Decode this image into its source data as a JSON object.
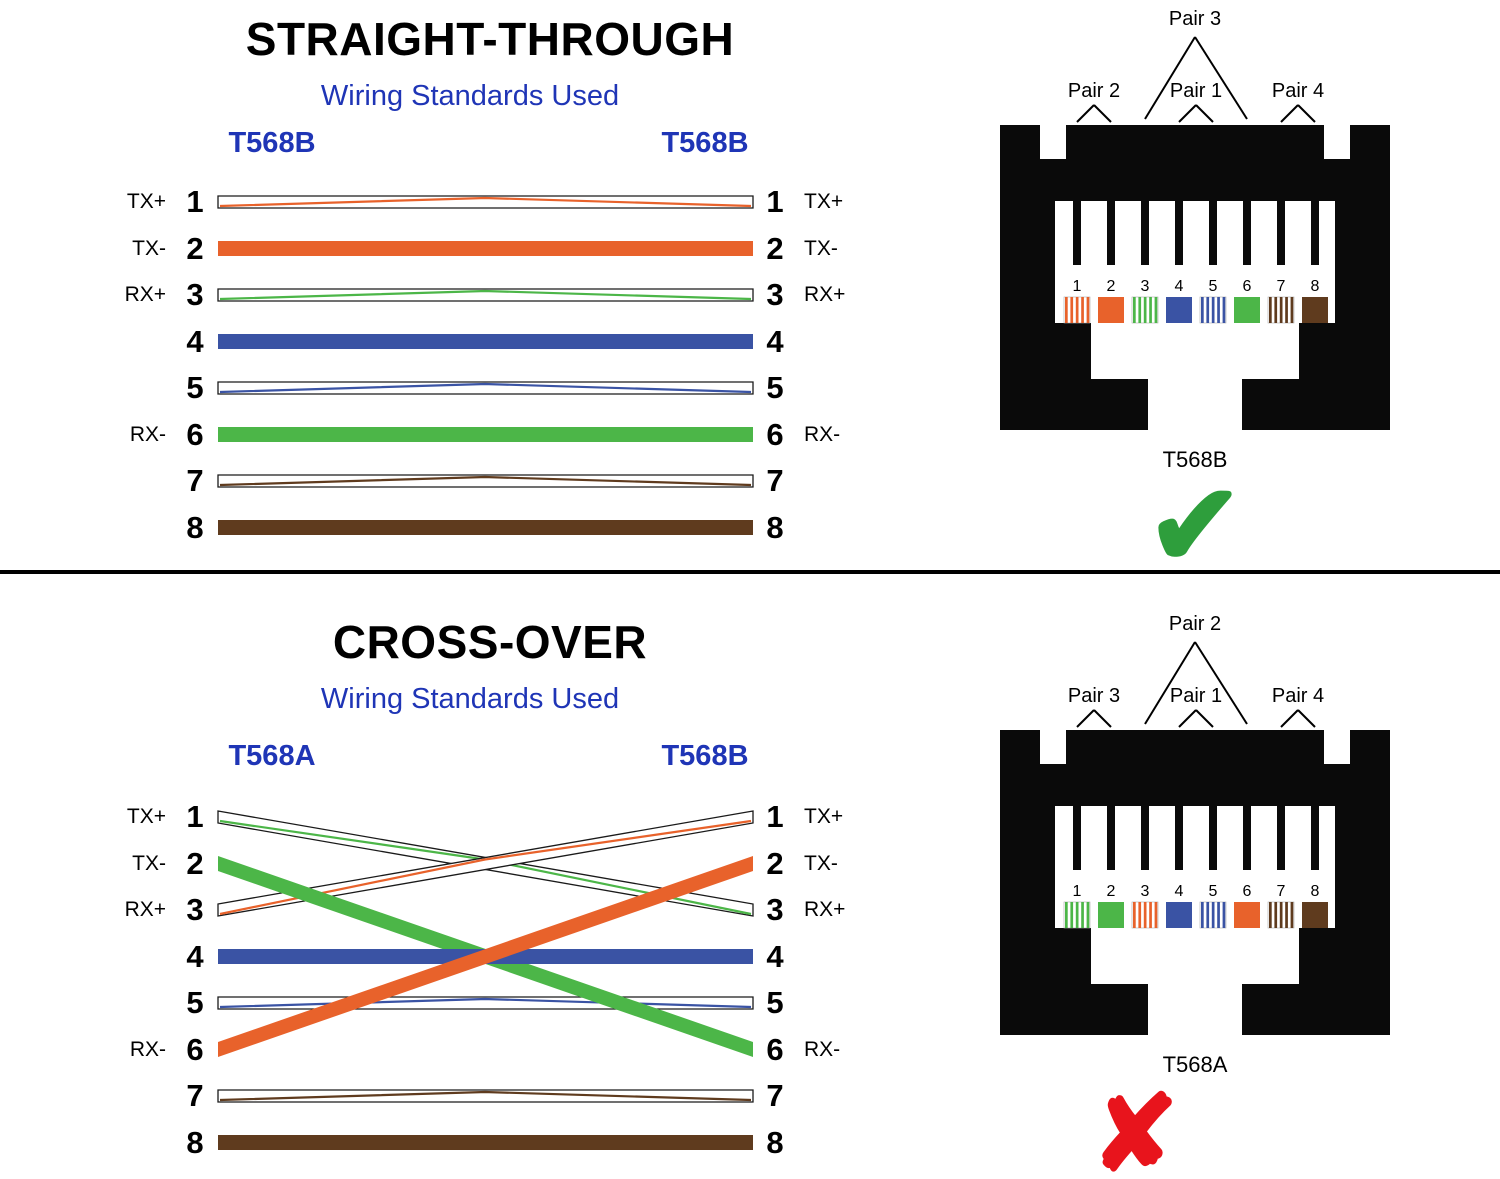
{
  "palette": {
    "orange": "#E8622B",
    "green": "#4CB648",
    "blue": "#3A53A4",
    "brown": "#5F3B1E",
    "heading_blue": "#1F35B6",
    "check_green": "#2E9E3C",
    "cross_red": "#E8141C",
    "wire_outline": "#1a1a1a",
    "connector_black": "#0a0a0a"
  },
  "sections": [
    {
      "id": "straight-through",
      "title": "STRAIGHT-THROUGH",
      "subtitle": "Wiring Standards Used",
      "left_standard": "T568B",
      "right_standard": "T568B",
      "left_numbers": [
        1,
        2,
        3,
        4,
        5,
        6,
        7,
        8
      ],
      "right_numbers": [
        1,
        2,
        3,
        4,
        5,
        6,
        7,
        8
      ],
      "left_pin_labels": {
        "1": "TX+",
        "2": "TX-",
        "3": "RX+",
        "6": "RX-"
      },
      "right_pin_labels": {
        "1": "TX+",
        "2": "TX-",
        "3": "RX+",
        "6": "RX-"
      },
      "wires": [
        {
          "from": 1,
          "to": 1,
          "color": "white-orange"
        },
        {
          "from": 2,
          "to": 2,
          "color": "orange"
        },
        {
          "from": 3,
          "to": 3,
          "color": "white-green"
        },
        {
          "from": 4,
          "to": 4,
          "color": "blue"
        },
        {
          "from": 5,
          "to": 5,
          "color": "white-blue"
        },
        {
          "from": 6,
          "to": 6,
          "color": "green"
        },
        {
          "from": 7,
          "to": 7,
          "color": "white-brown"
        },
        {
          "from": 8,
          "to": 8,
          "color": "brown"
        }
      ],
      "connector": {
        "top_pair": {
          "label": "Pair 3",
          "pins": [
            3,
            6
          ]
        },
        "sub_pairs": [
          {
            "label": "Pair 2",
            "pins": [
              1,
              2
            ]
          },
          {
            "label": "Pair 1",
            "pins": [
              4,
              5
            ]
          },
          {
            "label": "Pair 4",
            "pins": [
              7,
              8
            ]
          }
        ],
        "pin_numbers": [
          1,
          2,
          3,
          4,
          5,
          6,
          7,
          8
        ],
        "pin_colors": [
          "white-orange",
          "orange",
          "white-green",
          "blue",
          "white-blue",
          "green",
          "white-brown",
          "brown"
        ],
        "label": "T568B",
        "mark": "check"
      }
    },
    {
      "id": "cross-over",
      "title": "CROSS-OVER",
      "subtitle": "Wiring Standards Used",
      "left_standard": "T568A",
      "right_standard": "T568B",
      "left_numbers": [
        1,
        2,
        3,
        4,
        5,
        6,
        7,
        8
      ],
      "right_numbers": [
        1,
        2,
        3,
        4,
        5,
        6,
        7,
        8
      ],
      "left_pin_labels": {
        "1": "TX+",
        "2": "TX-",
        "3": "RX+",
        "6": "RX-"
      },
      "right_pin_labels": {
        "1": "TX+",
        "2": "TX-",
        "3": "RX+",
        "6": "RX-"
      },
      "wires": [
        {
          "from": 1,
          "to": 3,
          "color": "white-green"
        },
        {
          "from": 2,
          "to": 6,
          "color": "green"
        },
        {
          "from": 3,
          "to": 1,
          "color": "white-orange"
        },
        {
          "from": 4,
          "to": 4,
          "color": "blue"
        },
        {
          "from": 5,
          "to": 5,
          "color": "white-blue"
        },
        {
          "from": 6,
          "to": 2,
          "color": "orange"
        },
        {
          "from": 7,
          "to": 7,
          "color": "white-brown"
        },
        {
          "from": 8,
          "to": 8,
          "color": "brown"
        }
      ],
      "connector": {
        "top_pair": {
          "label": "Pair 2",
          "pins": [
            3,
            6
          ]
        },
        "sub_pairs": [
          {
            "label": "Pair 3",
            "pins": [
              1,
              2
            ]
          },
          {
            "label": "Pair 1",
            "pins": [
              4,
              5
            ]
          },
          {
            "label": "Pair 4",
            "pins": [
              7,
              8
            ]
          }
        ],
        "pin_numbers": [
          1,
          2,
          3,
          4,
          5,
          6,
          7,
          8
        ],
        "pin_colors": [
          "white-green",
          "green",
          "white-orange",
          "blue",
          "white-blue",
          "orange",
          "white-brown",
          "brown"
        ],
        "label": "T568A",
        "mark": "cross"
      }
    }
  ]
}
